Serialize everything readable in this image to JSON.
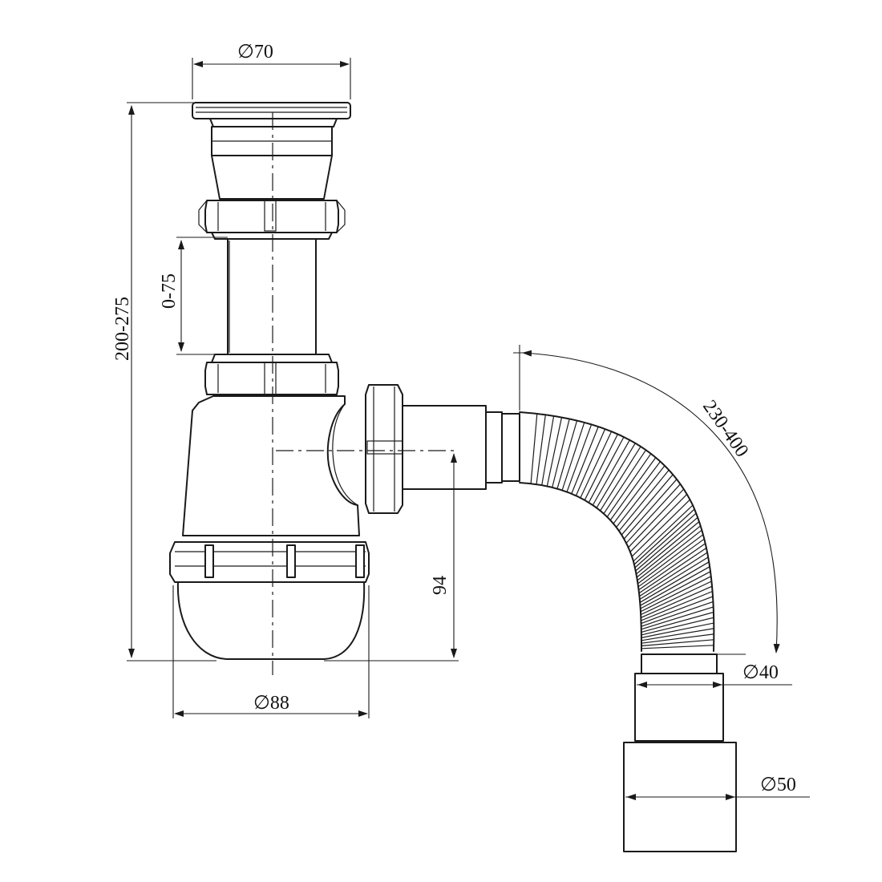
{
  "dimensions": {
    "top_diameter": "70",
    "adjust_range": "0-75",
    "total_height": "200-275",
    "outlet_height": "94",
    "base_diameter": "88",
    "hose_length": "230-400",
    "hose_outlet_diameter": "40",
    "socket_diameter": "50"
  },
  "symbols": {
    "diameter": "∅"
  },
  "colors": {
    "line": "#1a1a1a",
    "background": "#ffffff"
  }
}
